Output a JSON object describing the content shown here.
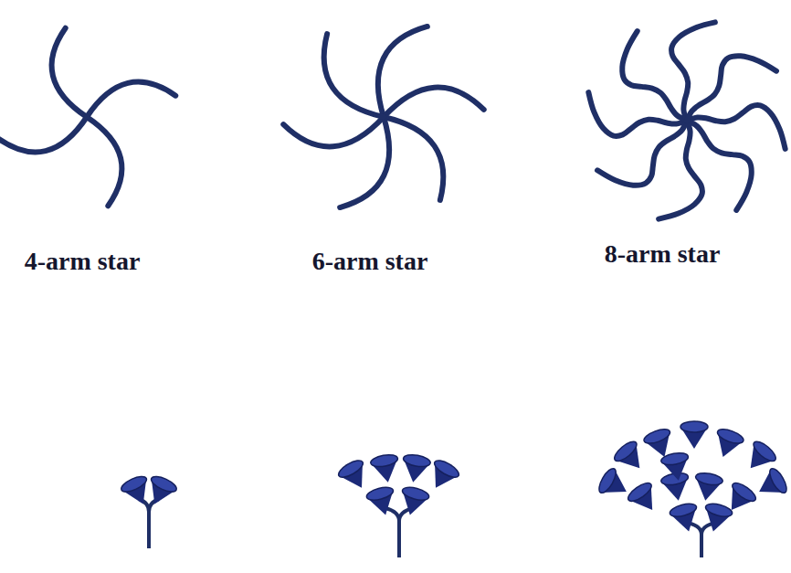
{
  "diagram": {
    "labels": [
      "4-arm star",
      "6-arm star",
      "8-arm star"
    ]
  }
}
